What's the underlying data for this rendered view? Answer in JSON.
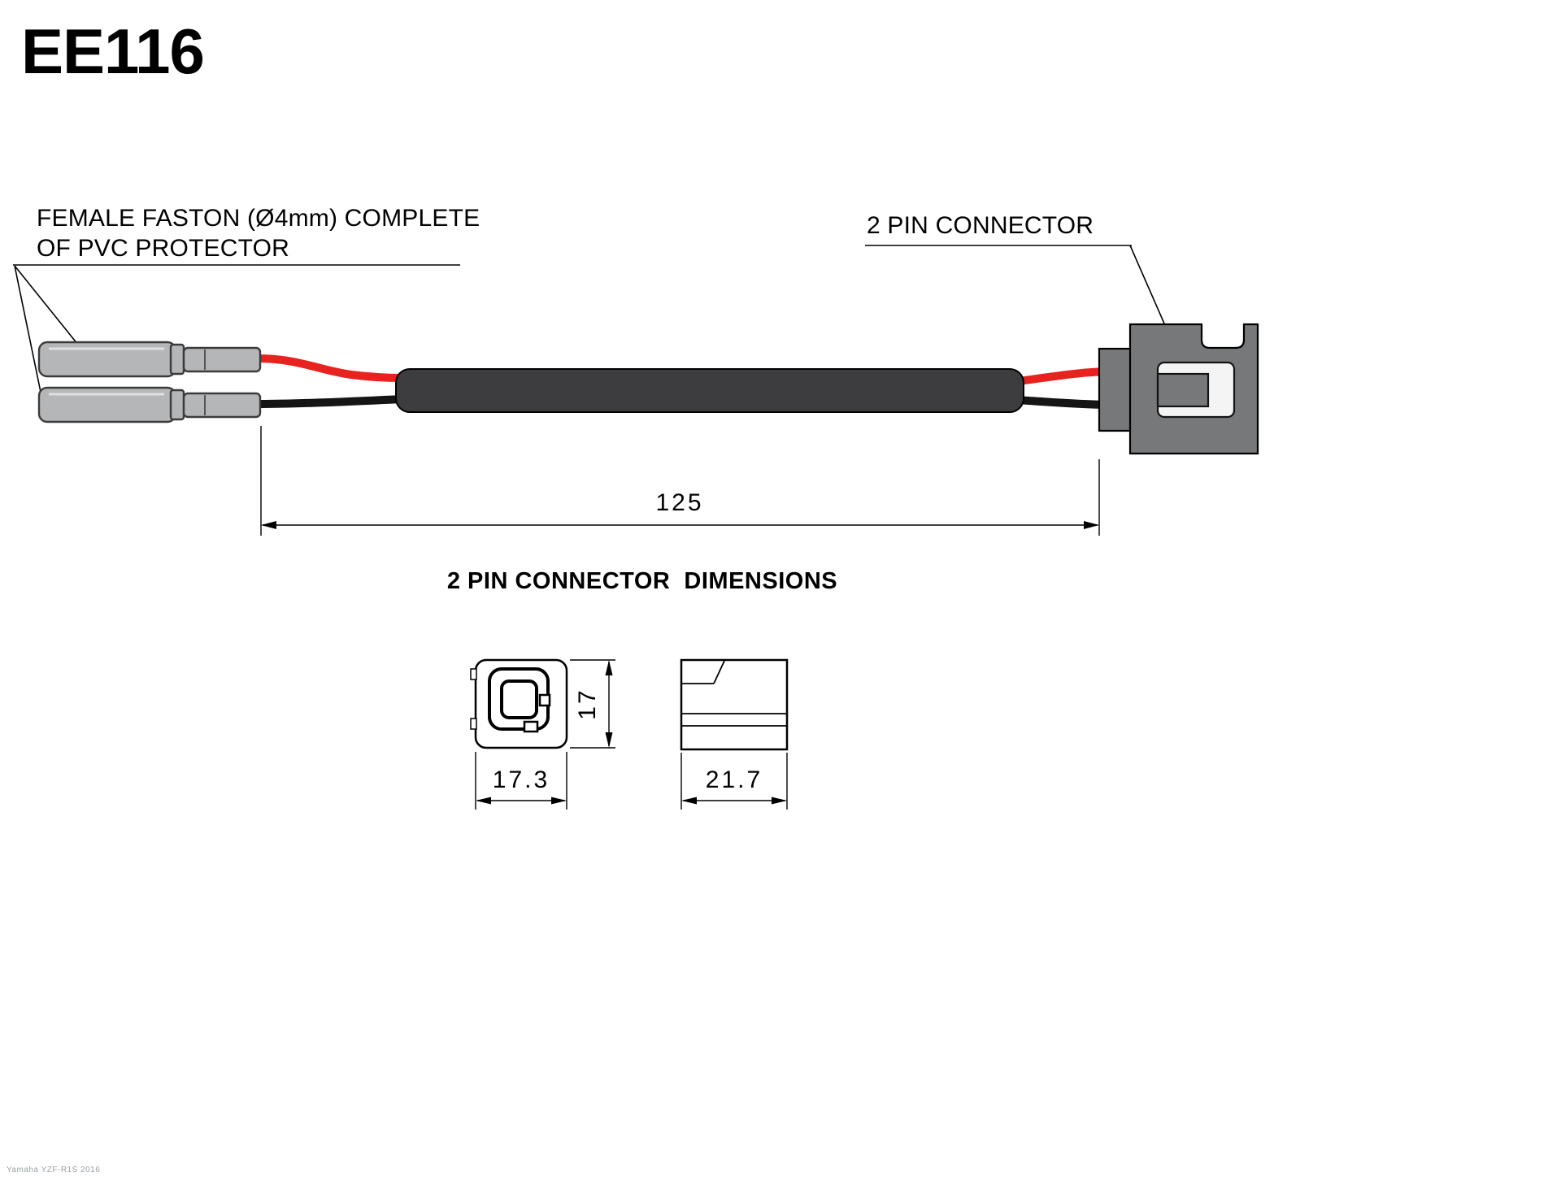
{
  "page": {
    "title": "EE116",
    "footer": "Yamaha YZF-R1S 2016"
  },
  "callouts": {
    "faston_line1": "FEMALE FASTON (Ø4mm) COMPLETE",
    "faston_line2": "OF PVC PROTECTOR",
    "connector": "2 PIN CONNECTOR"
  },
  "dimensions": {
    "section_title": "2 PIN CONNECTOR  DIMENSIONS",
    "cable_length": "125",
    "front_height": "17",
    "front_width": "17.3",
    "side_width": "21.7"
  },
  "colors": {
    "wire_red": "#e8221e",
    "wire_black": "#151515",
    "sleeve_grey": "#3d3d3f",
    "connector_grey": "#77787a",
    "faston_grey": "#b5b6b8",
    "latch_white": "#f4f4f4"
  }
}
